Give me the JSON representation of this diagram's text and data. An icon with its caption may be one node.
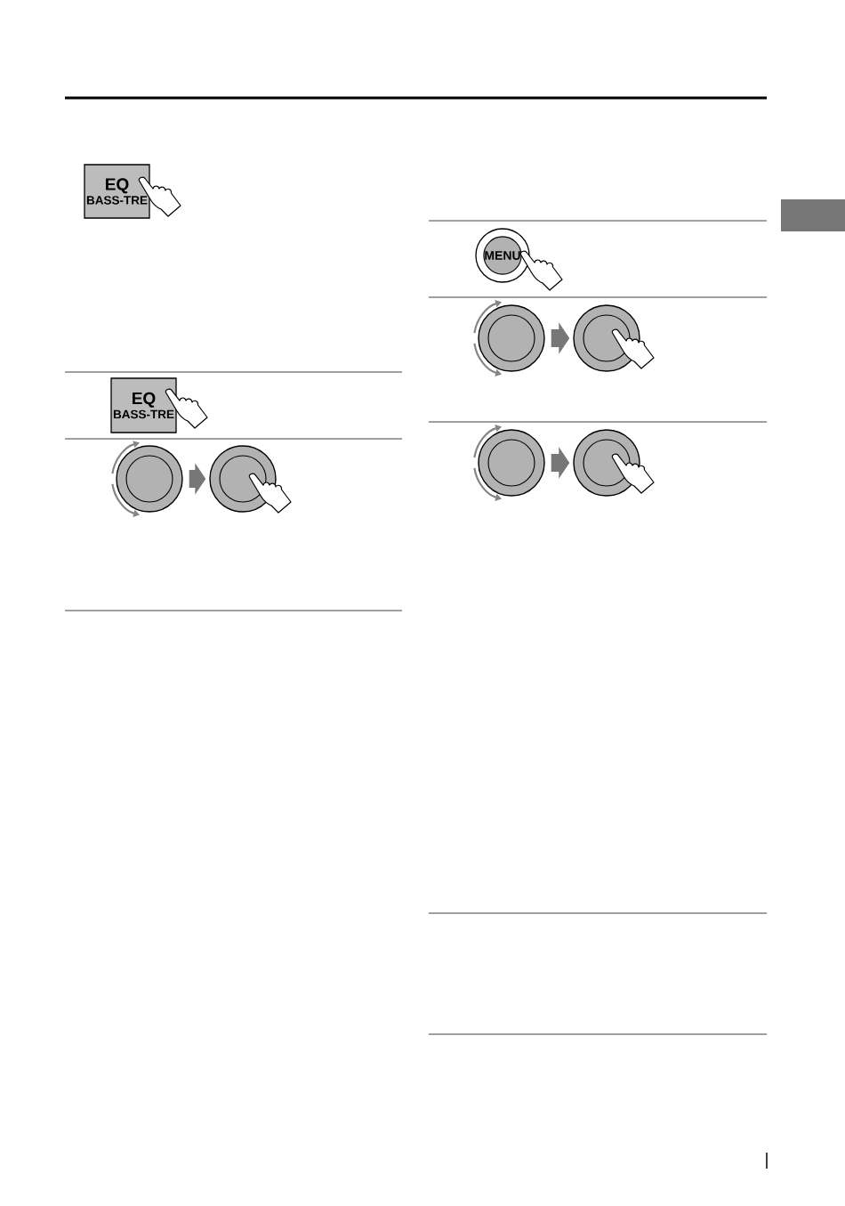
{
  "diagram": {
    "nodes": [
      {
        "text": [
          "EQ",
          "BASS-TRE"
        ]
      },
      {
        "text": [
          "EQ",
          "BASS-TRE"
        ]
      },
      {
        "text": [],
        "shape": "circle"
      },
      {
        "text": [],
        "shape": "circle"
      },
      {
        "text": [
          "MENU"
        ]
      },
      {
        "text": [],
        "shape": "circle"
      },
      {
        "text": [],
        "shape": "circle"
      },
      {
        "text": [],
        "shape": "circle"
      },
      {
        "text": [],
        "shape": "circle"
      }
    ],
    "edges": [
      {
        "from": 2,
        "to": 3,
        "arrow": "to"
      },
      {
        "from": 5,
        "to": 6,
        "arrow": "to"
      },
      {
        "from": 7,
        "to": 8,
        "arrow": "to"
      }
    ]
  }
}
